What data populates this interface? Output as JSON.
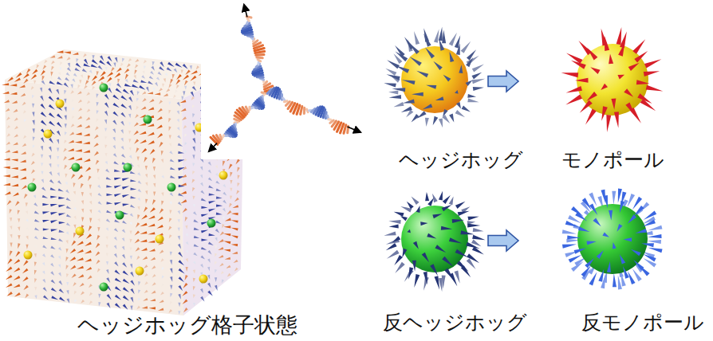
{
  "diagram": {
    "nodes": [
      {
        "text": [
          "ヘッジホッグ格子状態"
        ]
      },
      {
        "text": [
          "ヘッジホッグ"
        ]
      },
      {
        "text": [
          "モノポール"
        ]
      },
      {
        "text": [
          "反ヘッジホッグ"
        ]
      },
      {
        "text": [
          "反モノポール"
        ]
      }
    ],
    "edges": [
      {
        "from": 1,
        "to": 2,
        "arrow": "to"
      },
      {
        "from": 3,
        "to": 4,
        "arrow": "to"
      }
    ]
  }
}
